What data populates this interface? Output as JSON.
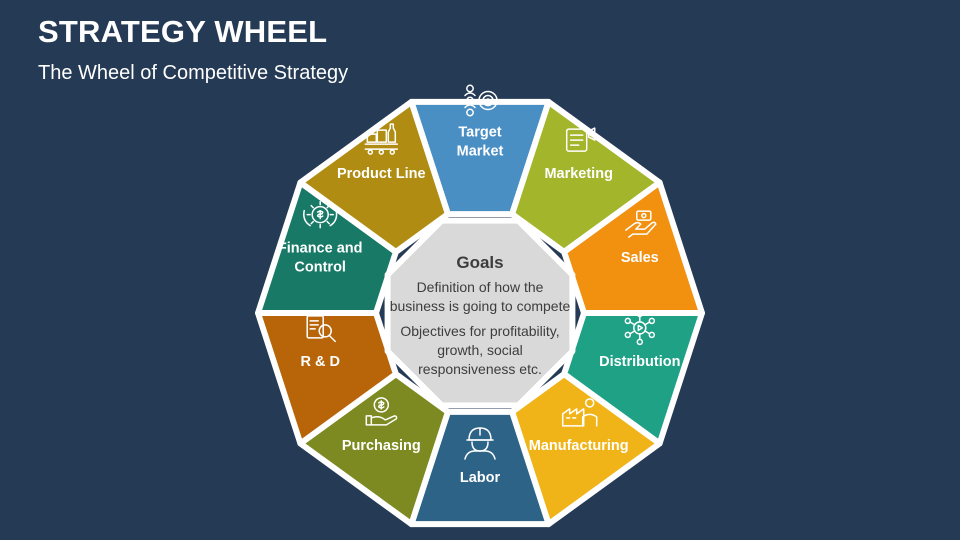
{
  "header": {
    "title": "STRATEGY WHEEL",
    "subtitle": "The Wheel of Competitive Strategy"
  },
  "center": {
    "title": "Goals",
    "lines": [
      "Definition of how the",
      "business is going to compete",
      "Objectives for profitability,",
      "growth, social",
      "responsiveness etc."
    ],
    "color": "#d9d9d9"
  },
  "segments": [
    {
      "id": "target-market",
      "label_lines": [
        "Target",
        "Market"
      ],
      "icon": "target-audience-icon",
      "color": "#4a8fc4"
    },
    {
      "id": "marketing",
      "label_lines": [
        "Marketing"
      ],
      "icon": "marketing-report-icon",
      "color": "#a3b52b"
    },
    {
      "id": "sales",
      "label_lines": [
        "Sales"
      ],
      "icon": "sales-hand-money-icon",
      "color": "#f2900f"
    },
    {
      "id": "distribution",
      "label_lines": [
        "Distribution"
      ],
      "icon": "distribution-network-icon",
      "color": "#1fa185"
    },
    {
      "id": "manufacturing",
      "label_lines": [
        "Manufacturing"
      ],
      "icon": "factory-worker-icon",
      "color": "#f0b418"
    },
    {
      "id": "labor",
      "label_lines": [
        "Labor"
      ],
      "icon": "worker-helmet-icon",
      "color": "#2e6388"
    },
    {
      "id": "purchasing",
      "label_lines": [
        "Purchasing"
      ],
      "icon": "purchase-money-icon",
      "color": "#7d8a21"
    },
    {
      "id": "r-and-d",
      "label_lines": [
        "R & D"
      ],
      "icon": "research-document-icon",
      "color": "#b8650a"
    },
    {
      "id": "finance-and-control",
      "label_lines": [
        "Finance and",
        "Control"
      ],
      "icon": "finance-gear-icon",
      "color": "#187a66"
    },
    {
      "id": "product-line",
      "label_lines": [
        "Product Line"
      ],
      "icon": "product-line-icon",
      "color": "#b08d12"
    }
  ]
}
